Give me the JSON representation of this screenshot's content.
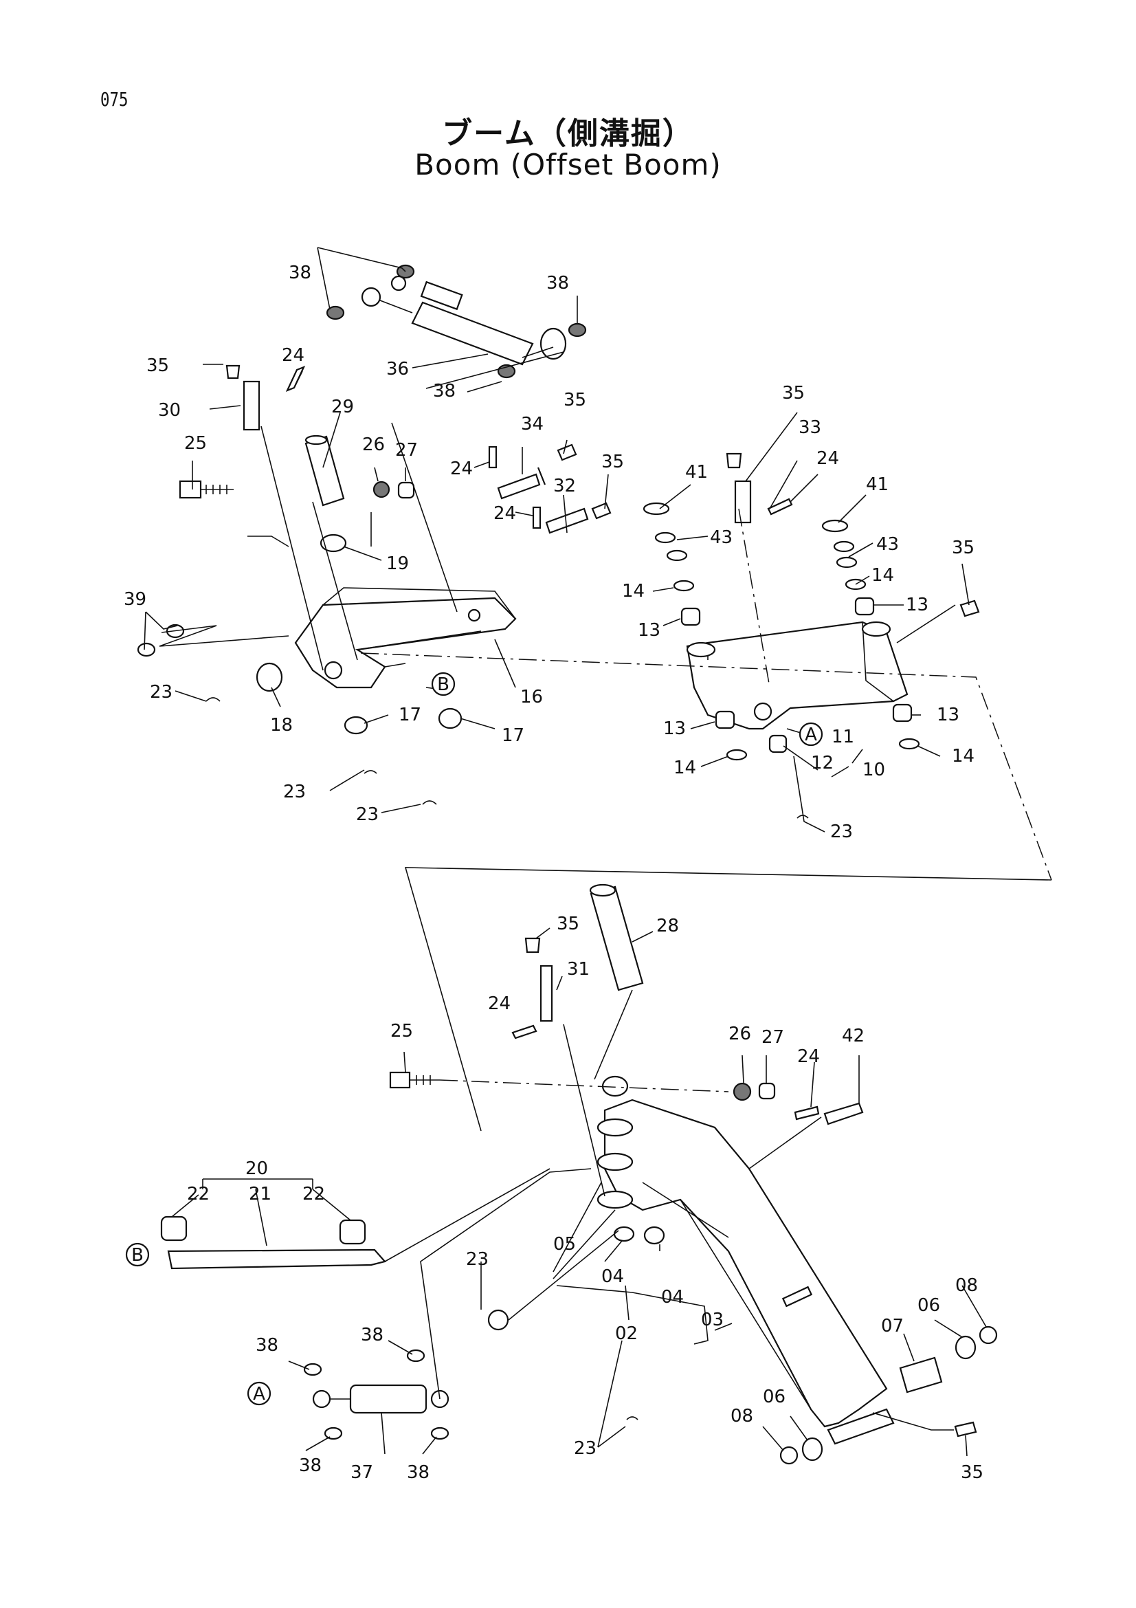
{
  "page_number": "075",
  "title_jp": "ブーム（側溝掘）",
  "title_en": "Boom (Offset Boom)",
  "callouts": [
    {
      "id": "c38a",
      "text": "38"
    },
    {
      "id": "c38b",
      "text": "38"
    },
    {
      "id": "c36",
      "text": "36"
    },
    {
      "id": "c38c",
      "text": "38"
    },
    {
      "id": "c35a",
      "text": "35"
    },
    {
      "id": "c24a",
      "text": "24"
    },
    {
      "id": "c30",
      "text": "30"
    },
    {
      "id": "c29",
      "text": "29"
    },
    {
      "id": "c25a",
      "text": "25"
    },
    {
      "id": "c26a",
      "text": "26"
    },
    {
      "id": "c27a",
      "text": "27"
    },
    {
      "id": "c19",
      "text": "19"
    },
    {
      "id": "c34",
      "text": "34"
    },
    {
      "id": "c35b",
      "text": "35"
    },
    {
      "id": "c24b",
      "text": "24"
    },
    {
      "id": "c35c",
      "text": "35"
    },
    {
      "id": "c24c",
      "text": "24"
    },
    {
      "id": "c32",
      "text": "32"
    },
    {
      "id": "c39",
      "text": "39"
    },
    {
      "id": "c23a",
      "text": "23"
    },
    {
      "id": "c18",
      "text": "18"
    },
    {
      "id": "c16",
      "text": "16"
    },
    {
      "id": "c17a",
      "text": "17"
    },
    {
      "id": "c17b",
      "text": "17"
    },
    {
      "id": "c23b",
      "text": "23"
    },
    {
      "id": "c23c",
      "text": "23"
    },
    {
      "id": "c35d",
      "text": "35"
    },
    {
      "id": "c33",
      "text": "33"
    },
    {
      "id": "c24d",
      "text": "24"
    },
    {
      "id": "c41a",
      "text": "41"
    },
    {
      "id": "c43a",
      "text": "43"
    },
    {
      "id": "c14a",
      "text": "14"
    },
    {
      "id": "c13a",
      "text": "13"
    },
    {
      "id": "c41b",
      "text": "41"
    },
    {
      "id": "c43b",
      "text": "43"
    },
    {
      "id": "c14b",
      "text": "14"
    },
    {
      "id": "c13b",
      "text": "13"
    },
    {
      "id": "c35e",
      "text": "35"
    },
    {
      "id": "c13c",
      "text": "13"
    },
    {
      "id": "c14c",
      "text": "14"
    },
    {
      "id": "c11",
      "text": "11"
    },
    {
      "id": "c12",
      "text": "12"
    },
    {
      "id": "c10",
      "text": "10"
    },
    {
      "id": "c13d",
      "text": "13"
    },
    {
      "id": "c14d",
      "text": "14"
    },
    {
      "id": "c23d",
      "text": "23"
    },
    {
      "id": "c35f",
      "text": "35"
    },
    {
      "id": "c28",
      "text": "28"
    },
    {
      "id": "c31",
      "text": "31"
    },
    {
      "id": "c24e",
      "text": "24"
    },
    {
      "id": "c25b",
      "text": "25"
    },
    {
      "id": "c26b",
      "text": "26"
    },
    {
      "id": "c27b",
      "text": "27"
    },
    {
      "id": "c24f",
      "text": "24"
    },
    {
      "id": "c42",
      "text": "42"
    },
    {
      "id": "c20",
      "text": "20"
    },
    {
      "id": "c22a",
      "text": "22"
    },
    {
      "id": "c21",
      "text": "21"
    },
    {
      "id": "c22b",
      "text": "22"
    },
    {
      "id": "c05",
      "text": "05"
    },
    {
      "id": "c04a",
      "text": "04"
    },
    {
      "id": "c04b",
      "text": "04"
    },
    {
      "id": "c23e",
      "text": "23"
    },
    {
      "id": "c02",
      "text": "02"
    },
    {
      "id": "c03",
      "text": "03"
    },
    {
      "id": "c08a",
      "text": "08"
    },
    {
      "id": "c06a",
      "text": "06"
    },
    {
      "id": "c07",
      "text": "07"
    },
    {
      "id": "c06b",
      "text": "06"
    },
    {
      "id": "c08b",
      "text": "08"
    },
    {
      "id": "c35g",
      "text": "35"
    },
    {
      "id": "c23f",
      "text": "23"
    },
    {
      "id": "c38d",
      "text": "38"
    },
    {
      "id": "c38e",
      "text": "38"
    },
    {
      "id": "c38f",
      "text": "38"
    },
    {
      "id": "c37",
      "text": "37"
    },
    {
      "id": "c38g",
      "text": "38"
    }
  ],
  "reference_markers": {
    "a1": "A",
    "a2": "A",
    "b1": "B",
    "b2": "B"
  }
}
